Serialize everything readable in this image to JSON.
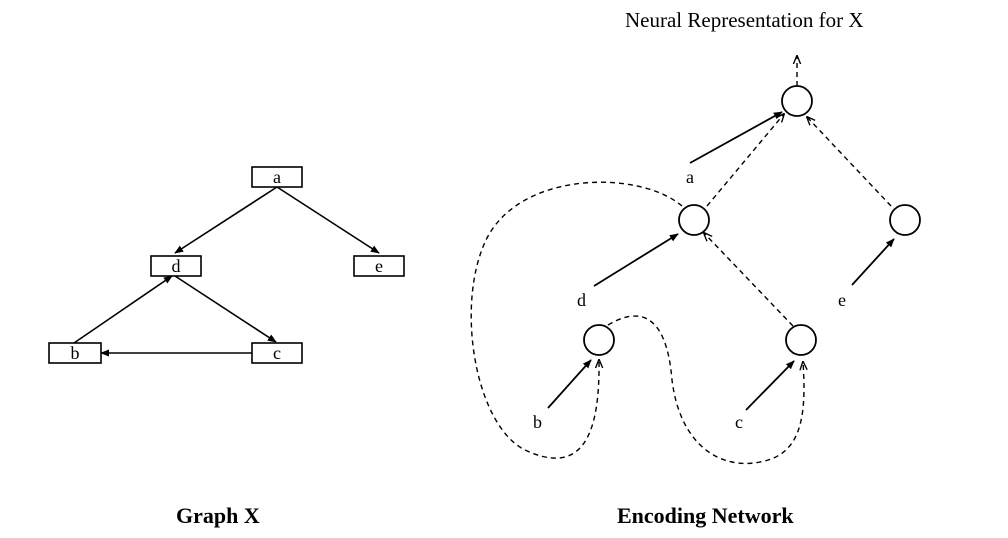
{
  "graph": {
    "caption": "Graph  X",
    "nodes": [
      {
        "id": "a",
        "label": "a"
      },
      {
        "id": "d",
        "label": "d"
      },
      {
        "id": "e",
        "label": "e"
      },
      {
        "id": "b",
        "label": "b"
      },
      {
        "id": "c",
        "label": "c"
      }
    ],
    "edges": [
      {
        "from": "a",
        "to": "d"
      },
      {
        "from": "a",
        "to": "e"
      },
      {
        "from": "b",
        "to": "d"
      },
      {
        "from": "d",
        "to": "c"
      },
      {
        "from": "c",
        "to": "b"
      }
    ]
  },
  "network": {
    "caption": "Encoding Network",
    "output_label": "Neural Representation for X",
    "input_labels": {
      "a": "a",
      "d": "d",
      "e": "e",
      "b": "b",
      "c": "c"
    }
  }
}
